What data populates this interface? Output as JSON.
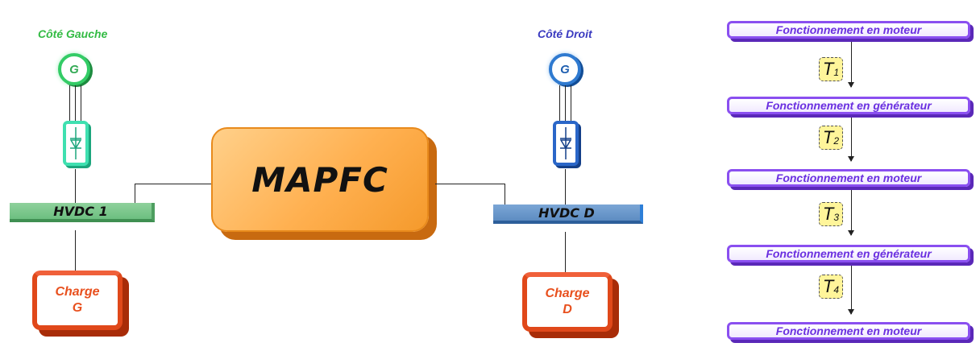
{
  "left": {
    "title": "Côté Gauche",
    "generator_label": "G",
    "bus_label": "HVDC 1",
    "load_line1": "Charge",
    "load_line2": "G"
  },
  "right": {
    "title": "Côté Droit",
    "generator_label": "G",
    "bus_label": "HVDC D",
    "load_line1": "Charge",
    "load_line2": "D"
  },
  "center": {
    "label": "MAPFC"
  },
  "sequence": {
    "states": [
      "Fonctionnement en moteur",
      "Fonctionnement en générateur",
      "Fonctionnement en moteur",
      "Fonctionnement en générateur",
      "Fonctionnement en moteur"
    ],
    "transitions": [
      {
        "symbol": "T",
        "index": "1"
      },
      {
        "symbol": "T",
        "index": "2"
      },
      {
        "symbol": "T",
        "index": "3"
      },
      {
        "symbol": "T",
        "index": "4"
      }
    ]
  },
  "colors": {
    "left_accent": "#33cc66",
    "right_accent": "#2f7ad0",
    "mapfc_fill": "#ffb050",
    "load_border": "#e0481a",
    "state_border": "#8a4ff0",
    "transition_fill": "#fff59a"
  }
}
